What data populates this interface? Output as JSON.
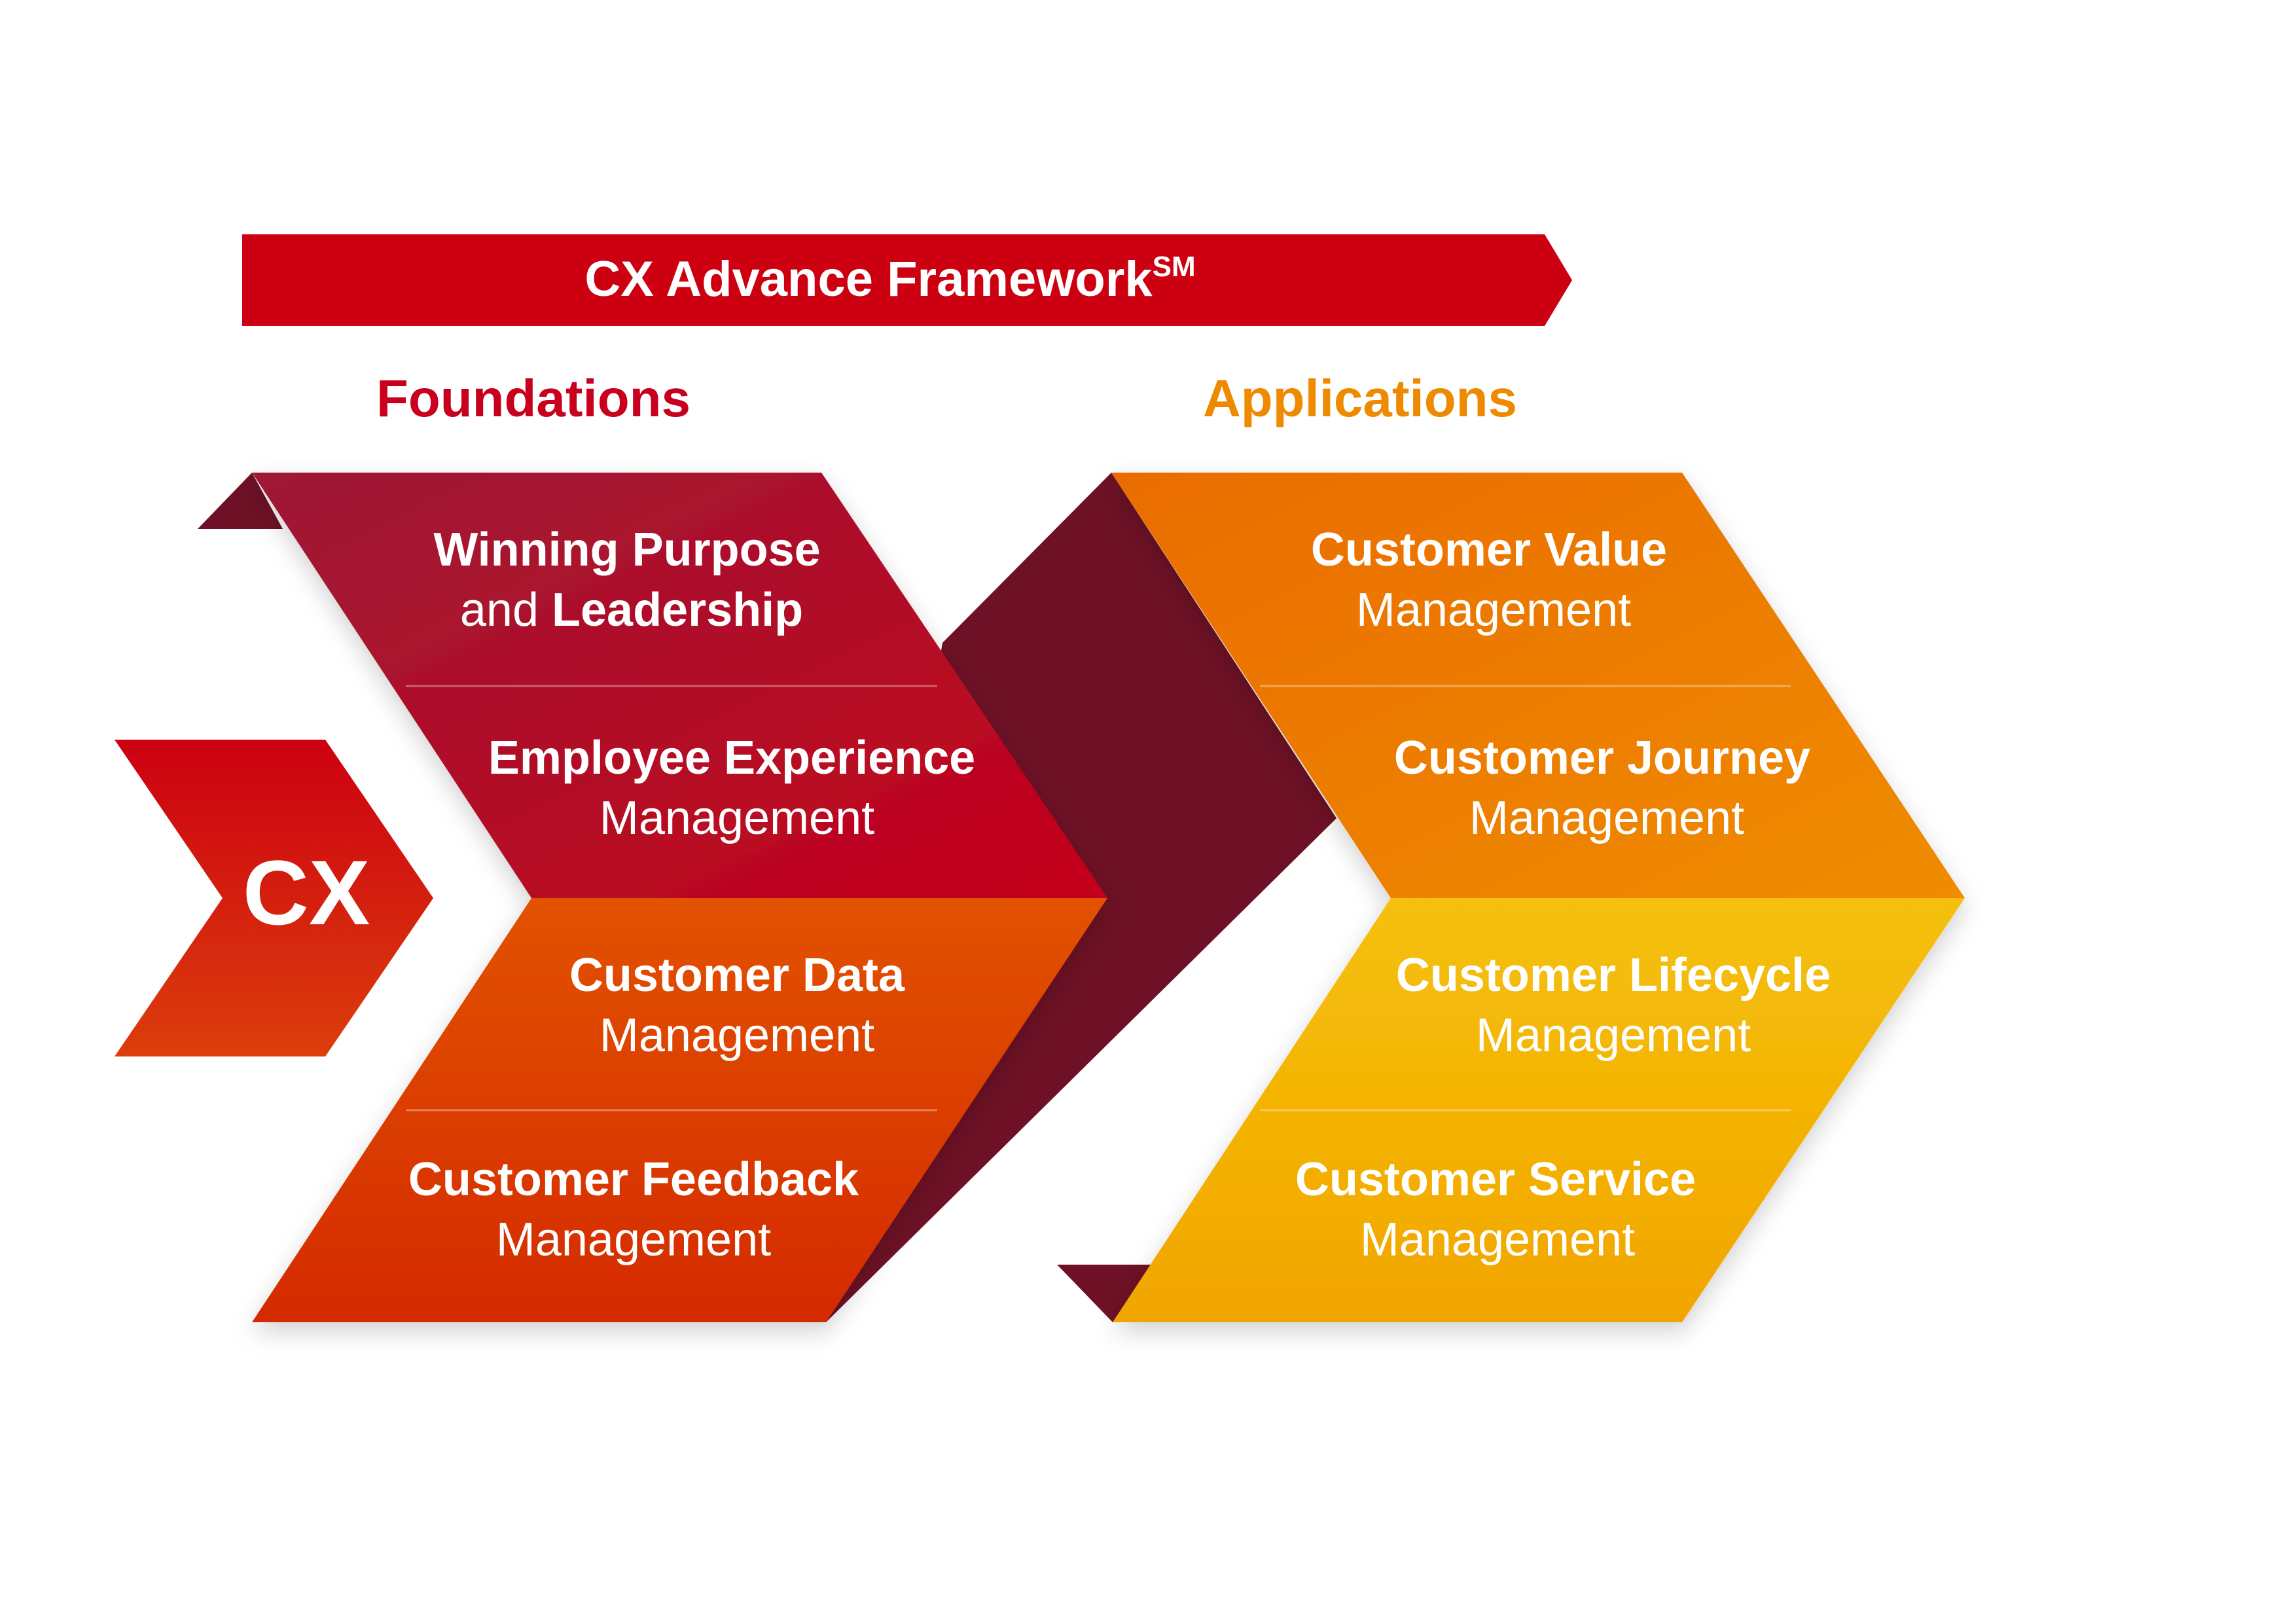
{
  "banner": {
    "title": "CX Advance Framework",
    "superscript": "SM"
  },
  "start_chevron": {
    "label": "CX"
  },
  "sections": {
    "foundations": {
      "label": "Foundations",
      "color": "#C8001E"
    },
    "applications": {
      "label": "Applications",
      "color": "#EE8A00"
    }
  },
  "foundations": [
    {
      "bold": "Winning Purpose",
      "mixed": {
        "regular": "and ",
        "bold": "Leadership"
      }
    },
    {
      "bold": "Employee Experience",
      "regular": "Management"
    },
    {
      "bold": "Customer Data",
      "regular": "Management"
    },
    {
      "bold": "Customer Feedback",
      "regular": "Management"
    }
  ],
  "applications": [
    {
      "bold": "Customer Value",
      "regular": "Management"
    },
    {
      "bold": "Customer Journey",
      "regular": "Management"
    },
    {
      "bold": "Customer Lifecycle",
      "regular": "Management"
    },
    {
      "bold": "Customer Service",
      "regular": "Management"
    }
  ],
  "colors": {
    "banner": "#CC0011",
    "cx_chevron": "#D42A0E",
    "fold_dark": "#6E1126",
    "foundations_top": "#A81830",
    "foundations_mid": "#C40014",
    "foundations_low": "#E04A08",
    "foundations_bottom": "#D83000",
    "applications_top": "#EB7200",
    "applications_mid": "#EE8600",
    "applications_low": "#F4BC08",
    "applications_bottom": "#F2A800",
    "text_light": "#FFFFFF"
  }
}
